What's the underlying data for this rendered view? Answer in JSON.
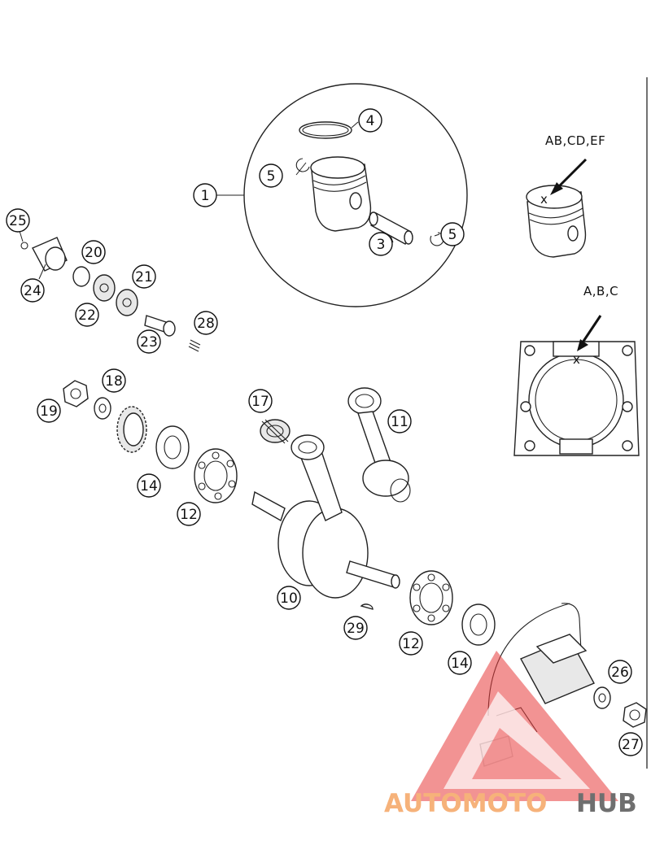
{
  "callouts": [
    {
      "id": "c1",
      "label": "1"
    },
    {
      "id": "c4",
      "label": "4"
    },
    {
      "id": "c5a",
      "label": "5"
    },
    {
      "id": "c3",
      "label": "3"
    },
    {
      "id": "c5b",
      "label": "5"
    },
    {
      "id": "c25",
      "label": "25"
    },
    {
      "id": "c20",
      "label": "20"
    },
    {
      "id": "c24",
      "label": "24"
    },
    {
      "id": "c21",
      "label": "21"
    },
    {
      "id": "c22",
      "label": "22"
    },
    {
      "id": "c28",
      "label": "28"
    },
    {
      "id": "c23",
      "label": "23"
    },
    {
      "id": "c18",
      "label": "18"
    },
    {
      "id": "c19",
      "label": "19"
    },
    {
      "id": "c17",
      "label": "17"
    },
    {
      "id": "c11",
      "label": "11"
    },
    {
      "id": "c14a",
      "label": "14"
    },
    {
      "id": "c12a",
      "label": "12"
    },
    {
      "id": "c10",
      "label": "10"
    },
    {
      "id": "c29",
      "label": "29"
    },
    {
      "id": "c12b",
      "label": "12"
    },
    {
      "id": "c14b",
      "label": "14"
    },
    {
      "id": "c26",
      "label": "26"
    },
    {
      "id": "c27",
      "label": "27"
    }
  ],
  "codes": {
    "piston_marking": "AB,CD,EF",
    "cylinder_marking": "A,B,C",
    "mark_symbol": "x"
  },
  "watermark": {
    "part1": "AUTOMOTO",
    "part2": "HUB",
    "color_part1": "#f6b27a",
    "color_part2": "#6f6f6f",
    "triangle_color": "#e83a3a"
  }
}
